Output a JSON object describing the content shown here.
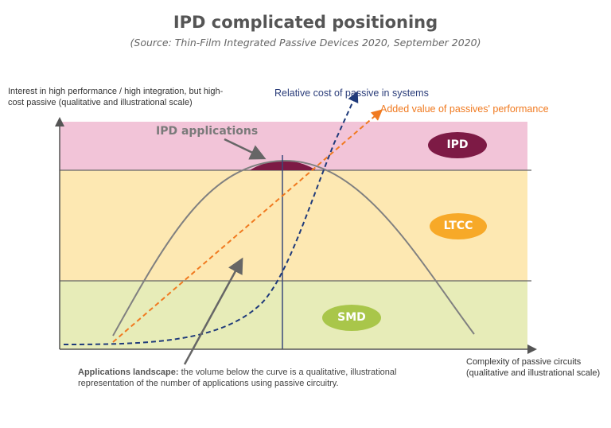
{
  "title": "IPD complicated positioning",
  "subtitle": "(Source: Thin-Film Integrated Passive Devices 2020, September 2020)",
  "y_axis_label": "Interest in high performance / high integration, but high-cost passive (qualitative and illustrational scale)",
  "x_axis_label": "Complexity of passive circuits (qualitative and illustrational scale)",
  "cost_curve_label": "Relative cost of passive in systems",
  "value_line_label": "Added value of passives' performance",
  "ipd_applications_label": "IPD applications",
  "bands": [
    {
      "name": "IPD",
      "color": "#f2c4d8",
      "badge_color": "#7d1a45"
    },
    {
      "name": "LTCC",
      "color": "#fde8b2",
      "badge_color": "#f7a928"
    },
    {
      "name": "SMD",
      "color": "#e7ecb8",
      "badge_color": "#a9c64a"
    }
  ],
  "note_bold": "Applications landscape:",
  "note_text": " the volume below the curve is a qualitative, illustrational representation of the number of applications using passive circuitry.",
  "colors": {
    "axis": "#555555",
    "curve": "#808080",
    "cost_curve": "#1f3a7a",
    "value_line": "#f07a20",
    "ipd_cap": "#7d1a45"
  }
}
